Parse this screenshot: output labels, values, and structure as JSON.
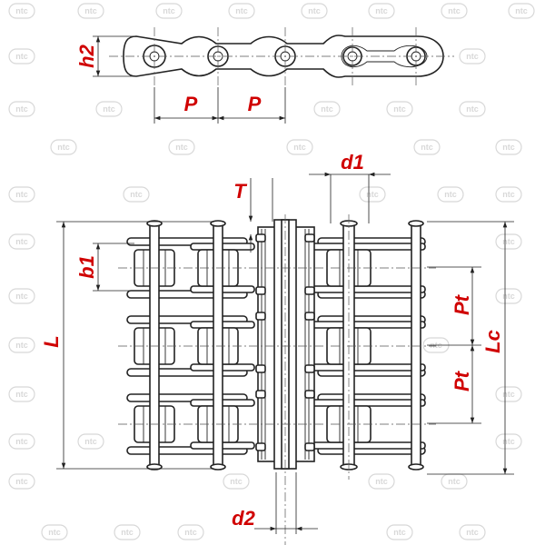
{
  "watermark": {
    "text": "ntc",
    "color": "#d8d8d8"
  },
  "colors": {
    "dimension_label": "#d00000",
    "outline": "#222222"
  },
  "top_view": {
    "labels": {
      "height": "h2",
      "pitch_1": "P",
      "pitch_2": "P"
    }
  },
  "plan_view": {
    "labels": {
      "pin_diameter": "d1",
      "plate_thickness": "T",
      "inner_width": "b1",
      "overall_length": "L",
      "transverse_pitch_1": "Pt",
      "transverse_pitch_2": "Pt",
      "connecting_length": "Lc",
      "bushing_diameter": "d2"
    }
  }
}
